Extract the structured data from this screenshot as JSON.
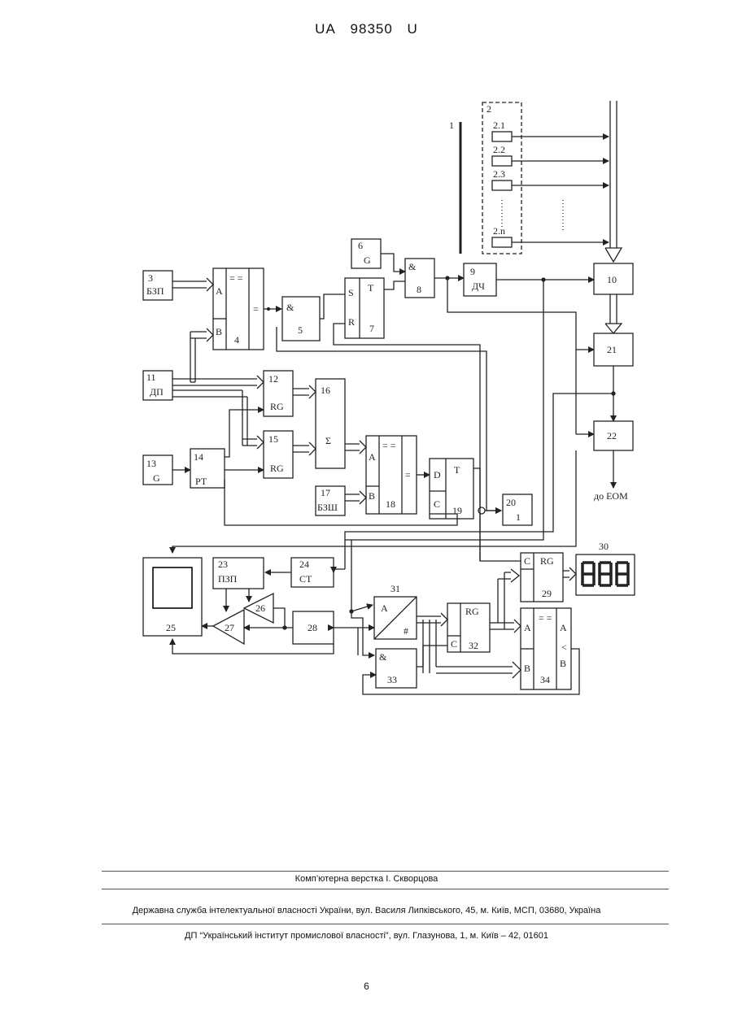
{
  "header": {
    "prefix": "UA",
    "number": "98350",
    "suffix": "U"
  },
  "blocks": {
    "b1": "1",
    "b2": "2",
    "b2_1": "2.1",
    "b2_2": "2.2",
    "b2_3": "2.3",
    "b2_n": "2.n",
    "b3_num": "3",
    "b3": "БЗП",
    "b4_a": "A",
    "b4_b": "B",
    "b4_eq": "= =",
    "b4_out": "=",
    "b4_num": "4",
    "b5_op": "&",
    "b5_num": "5",
    "b6_num": "6",
    "b6": "G",
    "b7_s": "S",
    "b7_r": "R",
    "b7_t": "T",
    "b7_num": "7",
    "b8_op": "&",
    "b8_num": "8",
    "b9_num": "9",
    "b9": "ДЧ",
    "b10": "10",
    "b21": "21",
    "b22": "22",
    "b11_num": "11",
    "b11": "ДП",
    "b12_num": "12",
    "b12": "RG",
    "b13_num": "13",
    "b13": "G",
    "b14_num": "14",
    "b14": "РТ",
    "b15_num": "15",
    "b15": "RG",
    "b16_num": "16",
    "b16": "Σ",
    "b17_num": "17",
    "b17": "БЗШ",
    "b18_a": "A",
    "b18_b": "B",
    "b18_eq": "= =",
    "b18_out": "=",
    "b18_num": "18",
    "b19_d": "D",
    "b19_c": "C",
    "b19_t": "T",
    "b19_num": "19",
    "b20_num": "20",
    "b20": "1",
    "b23_num": "23",
    "b23": "ПЗП",
    "b24_num": "24",
    "b24": "СТ",
    "b25": "25",
    "b26": "26",
    "b27": "27",
    "b28": "28",
    "b29_c": "C",
    "b29_rg": "RG",
    "b29_num": "29",
    "b30_num": "30",
    "b30_display": "888",
    "b31_num": "31",
    "b31_a": "A",
    "b31_hash": "#",
    "b32_rg": "RG",
    "b32_c": "C",
    "b32_num": "32",
    "b33_op": "&",
    "b33_num": "33",
    "b34_a": "A",
    "b34_b": "B",
    "b34_eq": "= =",
    "b34_lt": "A\n<\nB",
    "b34_num": "34",
    "to_computer": "до ЕОМ"
  },
  "footer": {
    "layout": "Комп’ютерна верстка І. Скворцова",
    "agency": "Державна служба інтелектуальної власності України, вул. Василя Липківського, 45, м. Київ, МСП, 03680, Україна",
    "institute": "ДП “Український інститут промислової власності”, вул. Глазунова, 1, м. Київ – 42, 01601",
    "page": "6"
  }
}
